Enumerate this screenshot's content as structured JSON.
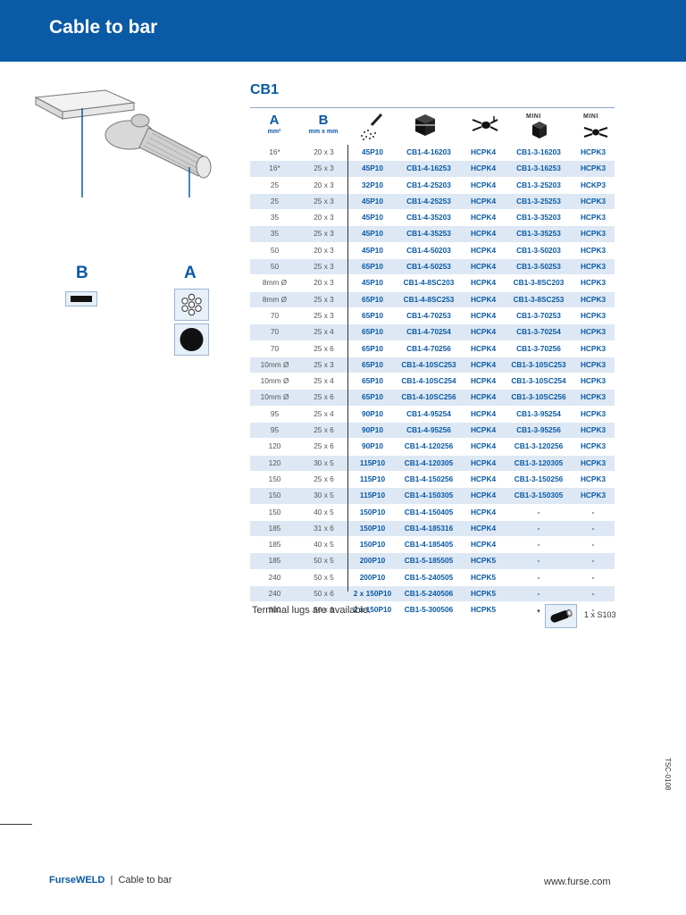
{
  "header": {
    "title": "Cable to bar"
  },
  "illustration": {
    "label_b": "B",
    "label_a": "A"
  },
  "section": {
    "title": "CB1"
  },
  "columns": {
    "a": {
      "letter": "A",
      "unit": "mm²"
    },
    "b": {
      "letter": "B",
      "unit": "mm x mm"
    },
    "mini_label": "MINI"
  },
  "table": {
    "rows": [
      {
        "a": "16*",
        "b": "20 x 3",
        "cartridge": "45P10",
        "mould": "CB1-4-16203",
        "handle": "HCPK4",
        "mini_mould": "CB1-3-16203",
        "mini_handle": "HCPK3"
      },
      {
        "a": "16*",
        "b": "25 x 3",
        "cartridge": "45P10",
        "mould": "CB1-4-16253",
        "handle": "HCPK4",
        "mini_mould": "CB1-3-16253",
        "mini_handle": "HCPK3"
      },
      {
        "a": "25",
        "b": "20 x 3",
        "cartridge": "32P10",
        "mould": "CB1-4-25203",
        "handle": "HCPK4",
        "mini_mould": "CB1-3-25203",
        "mini_handle": "HCKP3"
      },
      {
        "a": "25",
        "b": "25 x 3",
        "cartridge": "45P10",
        "mould": "CB1-4-25253",
        "handle": "HCPK4",
        "mini_mould": "CB1-3-25253",
        "mini_handle": "HCPK3"
      },
      {
        "a": "35",
        "b": "20 x 3",
        "cartridge": "45P10",
        "mould": "CB1-4-35203",
        "handle": "HCPK4",
        "mini_mould": "CB1-3-35203",
        "mini_handle": "HCPK3"
      },
      {
        "a": "35",
        "b": "25 x 3",
        "cartridge": "45P10",
        "mould": "CB1-4-35253",
        "handle": "HCPK4",
        "mini_mould": "CB1-3-35253",
        "mini_handle": "HCPK3"
      },
      {
        "a": "50",
        "b": "20 x 3",
        "cartridge": "45P10",
        "mould": "CB1-4-50203",
        "handle": "HCPK4",
        "mini_mould": "CB1-3-50203",
        "mini_handle": "HCPK3"
      },
      {
        "a": "50",
        "b": "25 x 3",
        "cartridge": "65P10",
        "mould": "CB1-4-50253",
        "handle": "HCPK4",
        "mini_mould": "CB1-3-50253",
        "mini_handle": "HCPK3"
      },
      {
        "a": "8mm Ø",
        "b": "20 x 3",
        "cartridge": "45P10",
        "mould": "CB1-4-8SC203",
        "handle": "HCPK4",
        "mini_mould": "CB1-3-8SC203",
        "mini_handle": "HCPK3"
      },
      {
        "a": "8mm Ø",
        "b": "25 x 3",
        "cartridge": "65P10",
        "mould": "CB1-4-8SC253",
        "handle": "HCPK4",
        "mini_mould": "CB1-3-8SC253",
        "mini_handle": "HCPK3"
      },
      {
        "a": "70",
        "b": "25 x 3",
        "cartridge": "65P10",
        "mould": "CB1-4-70253",
        "handle": "HCPK4",
        "mini_mould": "CB1-3-70253",
        "mini_handle": "HCPK3"
      },
      {
        "a": "70",
        "b": "25 x 4",
        "cartridge": "65P10",
        "mould": "CB1-4-70254",
        "handle": "HCPK4",
        "mini_mould": "CB1-3-70254",
        "mini_handle": "HCPK3"
      },
      {
        "a": "70",
        "b": "25 x 6",
        "cartridge": "65P10",
        "mould": "CB1-4-70256",
        "handle": "HCPK4",
        "mini_mould": "CB1-3-70256",
        "mini_handle": "HCPK3"
      },
      {
        "a": "10mm Ø",
        "b": "25 x 3",
        "cartridge": "65P10",
        "mould": "CB1-4-10SC253",
        "handle": "HCPK4",
        "mini_mould": "CB1-3-10SC253",
        "mini_handle": "HCPK3"
      },
      {
        "a": "10mm Ø",
        "b": "25 x 4",
        "cartridge": "65P10",
        "mould": "CB1-4-10SC254",
        "handle": "HCPK4",
        "mini_mould": "CB1-3-10SC254",
        "mini_handle": "HCPK3"
      },
      {
        "a": "10mm Ø",
        "b": "25 x 6",
        "cartridge": "65P10",
        "mould": "CB1-4-10SC256",
        "handle": "HCPK4",
        "mini_mould": "CB1-3-10SC256",
        "mini_handle": "HCPK3"
      },
      {
        "a": "95",
        "b": "25 x 4",
        "cartridge": "90P10",
        "mould": "CB1-4-95254",
        "handle": "HCPK4",
        "mini_mould": "CB1-3-95254",
        "mini_handle": "HCPK3"
      },
      {
        "a": "95",
        "b": "25 x 6",
        "cartridge": "90P10",
        "mould": "CB1-4-95256",
        "handle": "HCPK4",
        "mini_mould": "CB1-3-95256",
        "mini_handle": "HCPK3"
      },
      {
        "a": "120",
        "b": "25 x 6",
        "cartridge": "90P10",
        "mould": "CB1-4-120256",
        "handle": "HCPK4",
        "mini_mould": "CB1-3-120256",
        "mini_handle": "HCPK3"
      },
      {
        "a": "120",
        "b": "30 x 5",
        "cartridge": "115P10",
        "mould": "CB1-4-120305",
        "handle": "HCPK4",
        "mini_mould": "CB1-3-120305",
        "mini_handle": "HCPK3"
      },
      {
        "a": "150",
        "b": "25 x 6",
        "cartridge": "115P10",
        "mould": "CB1-4-150256",
        "handle": "HCPK4",
        "mini_mould": "CB1-3-150256",
        "mini_handle": "HCPK3"
      },
      {
        "a": "150",
        "b": "30 x 5",
        "cartridge": "115P10",
        "mould": "CB1-4-150305",
        "handle": "HCPK4",
        "mini_mould": "CB1-3-150305",
        "mini_handle": "HCPK3"
      },
      {
        "a": "150",
        "b": "40 x 5",
        "cartridge": "150P10",
        "mould": "CB1-4-150405",
        "handle": "HCPK4",
        "mini_mould": "-",
        "mini_handle": "-"
      },
      {
        "a": "185",
        "b": "31 x 6",
        "cartridge": "150P10",
        "mould": "CB1-4-185316",
        "handle": "HCPK4",
        "mini_mould": "-",
        "mini_handle": "-"
      },
      {
        "a": "185",
        "b": "40 x 5",
        "cartridge": "150P10",
        "mould": "CB1-4-185405",
        "handle": "HCPK4",
        "mini_mould": "-",
        "mini_handle": "-"
      },
      {
        "a": "185",
        "b": "50 x 5",
        "cartridge": "200P10",
        "mould": "CB1-5-185505",
        "handle": "HCPK5",
        "mini_mould": "-",
        "mini_handle": "-"
      },
      {
        "a": "240",
        "b": "50 x 5",
        "cartridge": "200P10",
        "mould": "CB1-5-240505",
        "handle": "HCPK5",
        "mini_mould": "-",
        "mini_handle": "-"
      },
      {
        "a": "240",
        "b": "50 x 6",
        "cartridge": "2 x 150P10",
        "mould": "CB1-5-240506",
        "handle": "HCPK5",
        "mini_mould": "-",
        "mini_handle": "-"
      },
      {
        "a": "300",
        "b": "50 x 6",
        "cartridge": "2 x 150P10",
        "mould": "CB1-5-300506",
        "handle": "HCPK5",
        "mini_mould": "-",
        "mini_handle": "-"
      }
    ]
  },
  "notes": {
    "terminal_lugs": "Terminal lugs are available.",
    "asterisk": "*",
    "lug_code": "1 x S103"
  },
  "side_code": "TSC-0108",
  "footer": {
    "brand": "FurseWELD",
    "separator": "|",
    "section": "Cable to bar",
    "url": "www.furse.com"
  },
  "colors": {
    "brand_blue": "#0a5aa6",
    "row_stripe": "#dde8f4",
    "symbol_bg": "#e7eff8"
  }
}
